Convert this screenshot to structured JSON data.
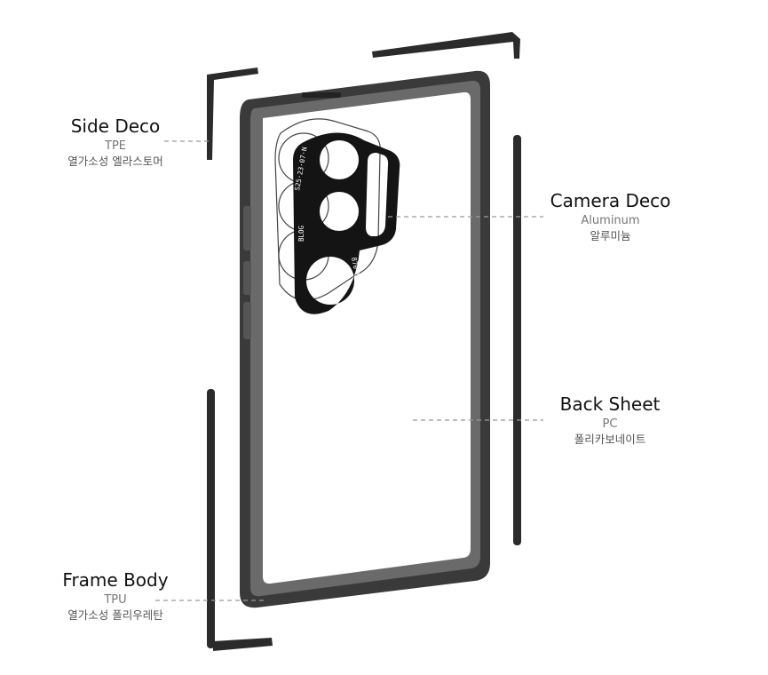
{
  "labels": {
    "side_deco": {
      "title": "Side Deco",
      "material": "TPE",
      "material_ko": "열가소성 엘라스토머"
    },
    "camera_deco": {
      "title": "Camera Deco",
      "material": "Aluminum",
      "material_ko": "알루미늄"
    },
    "back_sheet": {
      "title": "Back Sheet",
      "material": "PC",
      "material_ko": "폴리카보네이트"
    },
    "frame_body": {
      "title": "Frame Body",
      "material": "TPU",
      "material_ko": "열가소성 폴리우레탄"
    }
  },
  "colors": {
    "frame": "#3a3a3a",
    "deco": "#2b2b2b",
    "ring": "#141414",
    "leader": "#9a9a9a"
  }
}
